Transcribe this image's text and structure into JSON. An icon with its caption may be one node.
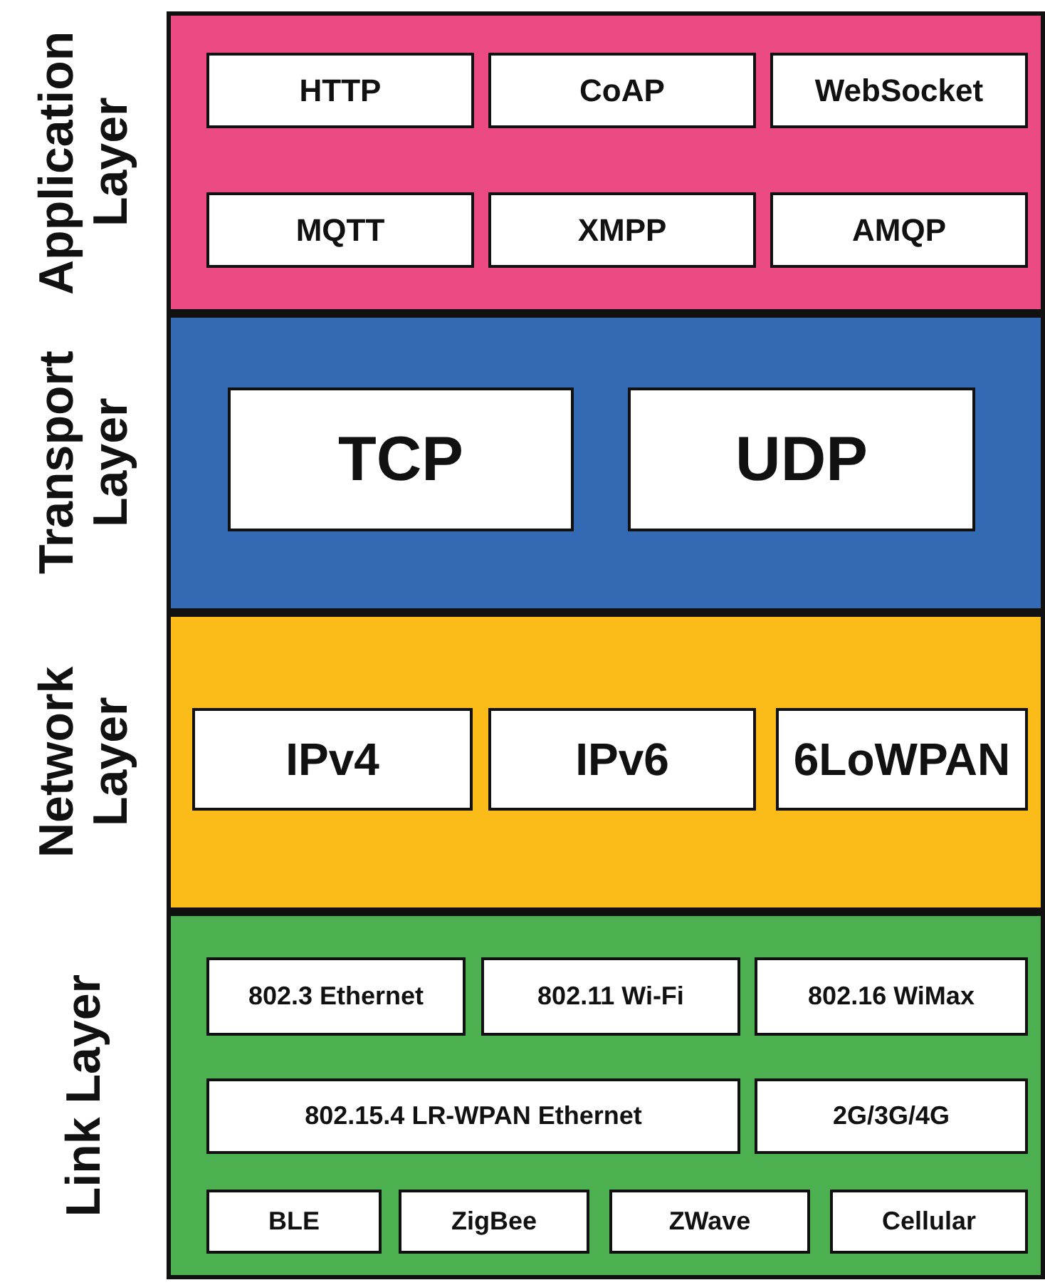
{
  "diagram": {
    "nodes": [
      {
        "text": [
          "Application Layer"
        ]
      },
      {
        "text": [
          "HTTP"
        ],
        "in": 0
      },
      {
        "text": [
          "CoAP"
        ],
        "in": 0
      },
      {
        "text": [
          "WebSocket"
        ],
        "in": 0
      },
      {
        "text": [
          "MQTT"
        ],
        "in": 0
      },
      {
        "text": [
          "XMPP"
        ],
        "in": 0
      },
      {
        "text": [
          "AMQP"
        ],
        "in": 0
      },
      {
        "text": [
          "Transport Layer"
        ]
      },
      {
        "text": [
          "TCP"
        ],
        "in": 7
      },
      {
        "text": [
          "UDP"
        ],
        "in": 7
      },
      {
        "text": [
          "Network Layer"
        ]
      },
      {
        "text": [
          "IPv4"
        ],
        "in": 10
      },
      {
        "text": [
          "IPv6"
        ],
        "in": 10
      },
      {
        "text": [
          "6LoWPAN"
        ],
        "in": 10
      },
      {
        "text": [
          "Link Layer"
        ]
      },
      {
        "text": [
          "802.3 Ethernet"
        ],
        "in": 14
      },
      {
        "text": [
          "802.11 Wi-Fi"
        ],
        "in": 14
      },
      {
        "text": [
          "802.16 WiMax"
        ],
        "in": 14
      },
      {
        "text": [
          "802.15.4 LR-WPAN Ethernet"
        ],
        "in": 14
      },
      {
        "text": [
          "2G/3G/4G"
        ],
        "in": 14
      },
      {
        "text": [
          "BLE"
        ],
        "in": 14
      },
      {
        "text": [
          "ZigBee"
        ],
        "in": 14
      },
      {
        "text": [
          "ZWave"
        ],
        "in": 14
      },
      {
        "text": [
          "Cellular"
        ],
        "in": 14
      }
    ]
  }
}
